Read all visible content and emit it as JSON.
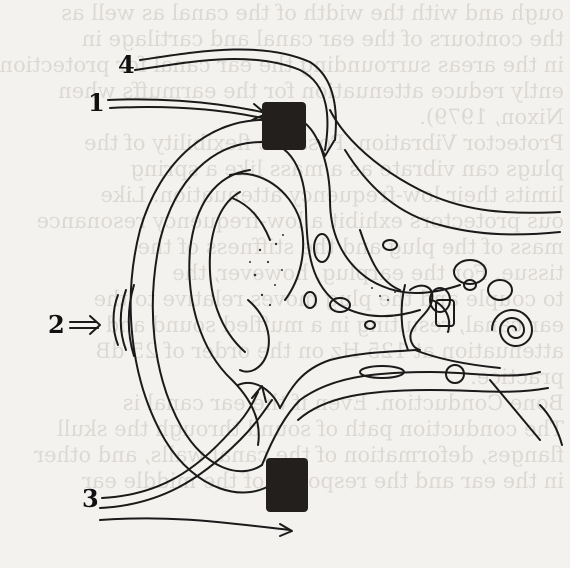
{
  "labels": {
    "one": "1",
    "two": "2",
    "three": "3",
    "four": "4"
  },
  "colors": {
    "ink": "#1a1a1a",
    "paper": "#f4f2ef",
    "plug": "#231f1d"
  }
}
